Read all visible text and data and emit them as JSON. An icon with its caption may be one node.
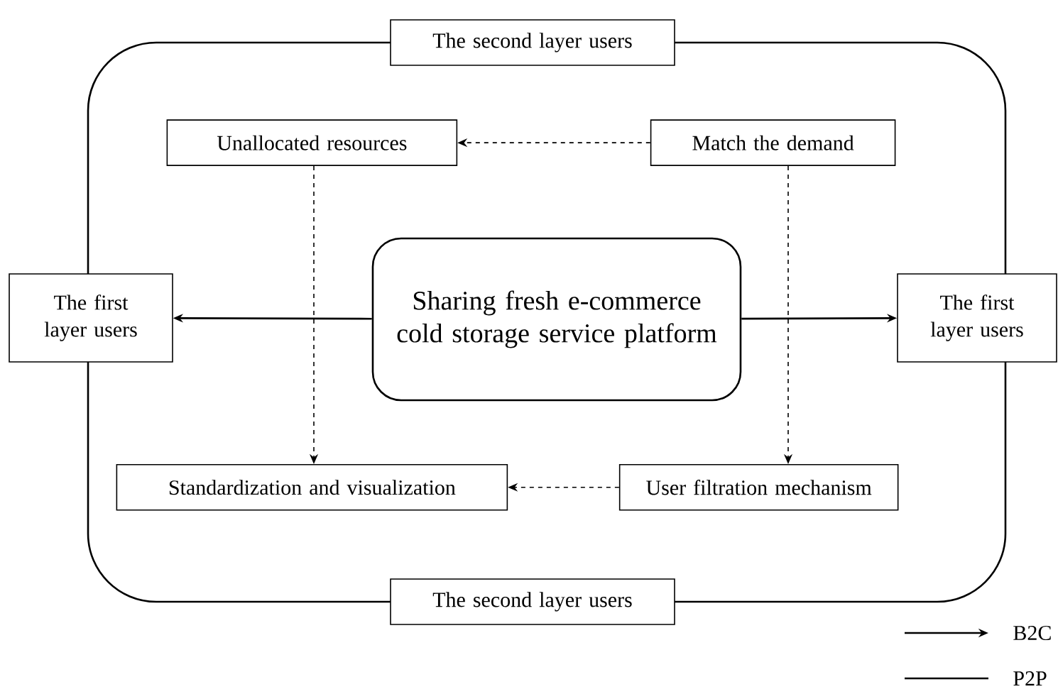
{
  "diagram": {
    "nodes": [
      {
        "text": [],
        "shape": "box"
      },
      {
        "text": [
          "The second layer users"
        ]
      },
      {
        "text": [
          "Unallocated resources"
        ],
        "in": 0
      },
      {
        "text": [
          "Match the demand"
        ],
        "in": 0
      },
      {
        "text": [
          "The first layer users"
        ]
      },
      {
        "text": [
          "Sharing fresh e-commerce cold storage service platform"
        ],
        "in": 0
      },
      {
        "text": [
          "The first layer users"
        ]
      },
      {
        "text": [
          "Standardization and visualization"
        ],
        "in": 0
      },
      {
        "text": [
          "User filtration mechanism"
        ],
        "in": 0
      },
      {
        "text": [
          "The second layer users"
        ]
      }
    ],
    "edges": [
      {
        "from": 5,
        "to": 4,
        "arrow": "to"
      },
      {
        "from": 5,
        "to": 6,
        "arrow": "to"
      },
      {
        "from": 3,
        "to": 2,
        "arrow": "to",
        "style": "dashed"
      },
      {
        "from": 2,
        "to": 7,
        "arrow": "to",
        "style": "dashed"
      },
      {
        "from": 3,
        "to": 8,
        "arrow": "to",
        "style": "dashed"
      },
      {
        "from": 8,
        "to": 7,
        "arrow": "to",
        "style": "dashed"
      }
    ],
    "legend": [
      {
        "text": "B2C"
      },
      {
        "text": "P2P"
      }
    ]
  }
}
